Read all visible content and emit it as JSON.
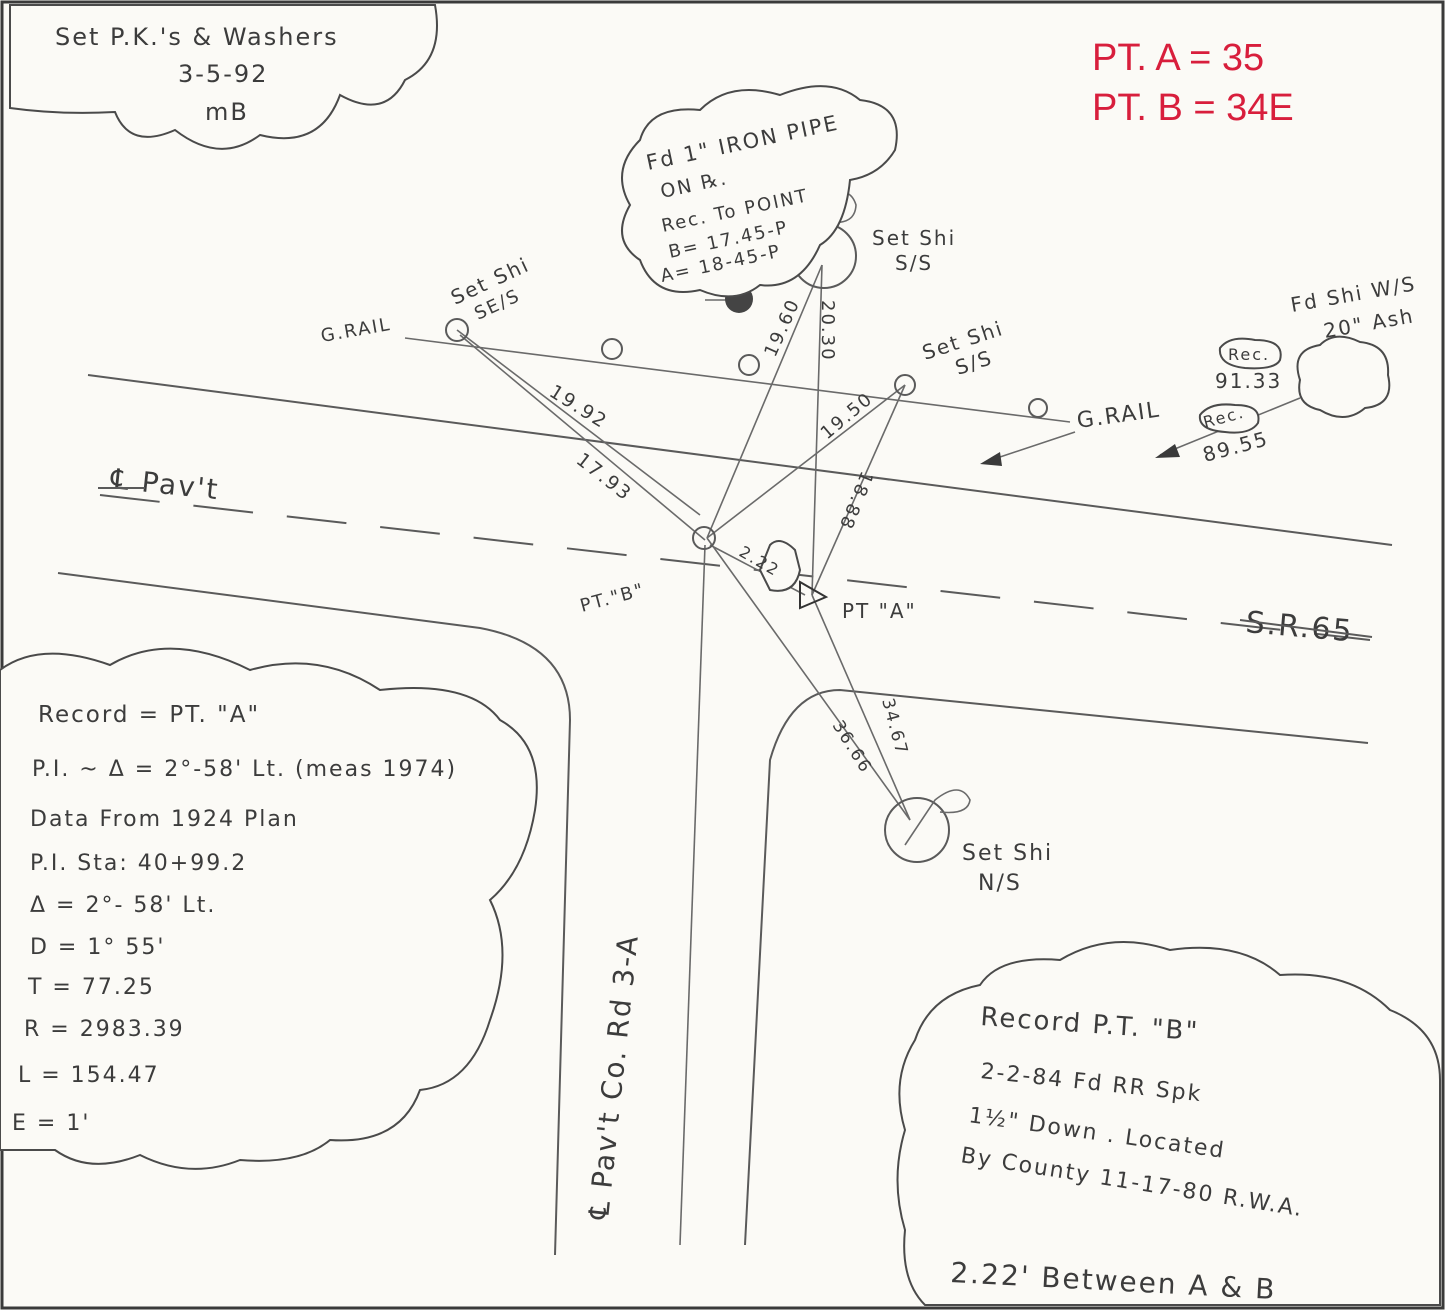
{
  "corner_note": {
    "line1": "Set P.K.'s & Washers",
    "line2": "3-5-92",
    "line3": "mB"
  },
  "points_key": {
    "line1": "PT. A = 35",
    "line2": "PT. B = 34E",
    "color": "#d81e3c"
  },
  "iron_pipe_note": {
    "line1": "Fd 1\" IRON PIPE",
    "line2": "ON ℞.",
    "line3": "Rec. To POINT",
    "line4": "B= 17.45-P",
    "line5": "A= 18-45-P"
  },
  "labels": {
    "grail_left": "G.RAIL",
    "grail_right": "G.RAIL",
    "set_shi_se": "Set Shi",
    "set_shi_se_sub": "SE/S",
    "set_shi_ss_top": "Set Shi",
    "set_shi_ss_top_sub": "S/S",
    "set_shi_ss_mid": "Set Shi",
    "set_shi_ss_mid_sub": "S/S",
    "fd_shi_ws": "Fd Shi W/S",
    "fd_shi_ws_sub": "20\" Ash",
    "rec_upper": "Rec.",
    "rec_upper_value": "91.33",
    "rec_lower": "Rec.",
    "rec_lower_value": "89.55",
    "cl_pavt": "℄ Pav't",
    "sr65": "S.R.65",
    "pt_b": "PT.\"B\"",
    "pt_a": "PT \"A\"",
    "set_shi_ns": "Set Shi",
    "set_shi_ns_sub": "N/S",
    "co_rd": "℄ Pav't  Co. Rd  3-A"
  },
  "distances": {
    "d1": "19.92",
    "d2": "17.93",
    "d3": "19.60",
    "d4": "20.30",
    "d5": "19.50",
    "d6": "18.88",
    "d7": "2.22",
    "d8": "36.66",
    "d9": "34.67"
  },
  "record_a": {
    "title": "Record = PT. \"A\"",
    "pi_line": "P.I. ~ Δ = 2°-58' Lt. (meas 1974)",
    "data_line": "Data From 1924 Plan",
    "sta": "P.I. Sta: 40+99.2",
    "delta": "Δ = 2°- 58' Lt.",
    "d": "D = 1° 55'",
    "t": "T = 77.25",
    "r": "R = 2983.39",
    "l": "L = 154.47",
    "e": "E = 1'"
  },
  "record_b": {
    "title": "Record P.T. \"B\"",
    "line2": "2-2-84 Fd RR Spk",
    "line3": "1½\" Down . Located",
    "line4": "By County 11-17-80 R.W.A.",
    "line5": "2.22' Between A & B"
  }
}
